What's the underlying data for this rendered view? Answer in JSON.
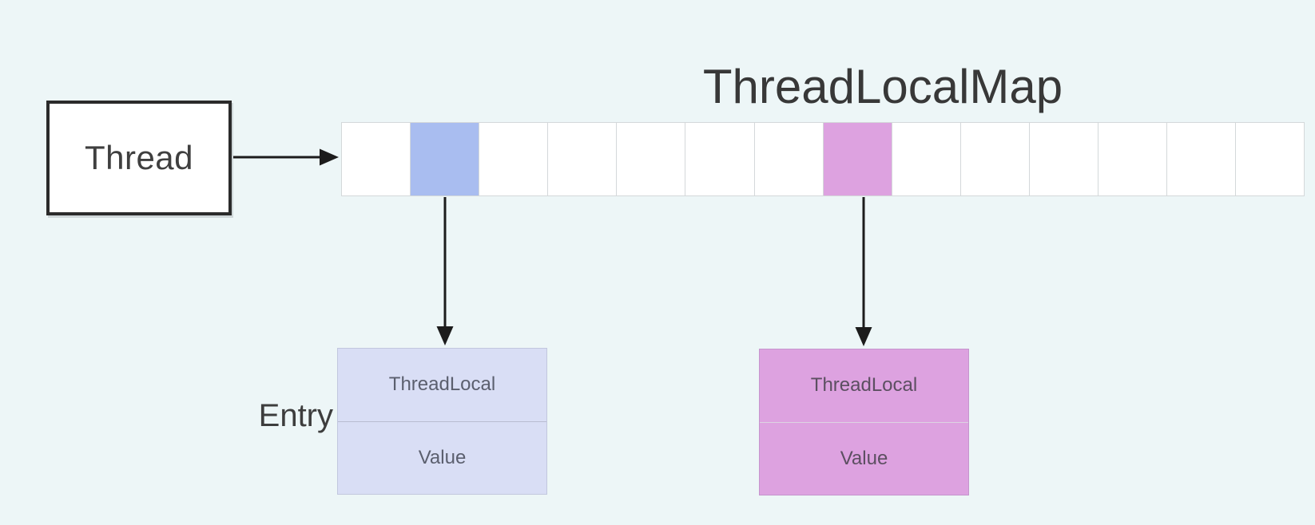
{
  "diagram": {
    "background": "#edf6f7",
    "title": "ThreadLocalMap",
    "thread_box": {
      "label": "Thread"
    },
    "map_array": {
      "cell_count": 14,
      "cell_border_color": "#d4d8da",
      "highlights": [
        {
          "index": 1,
          "color": "#a9bdf0"
        },
        {
          "index": 7,
          "color": "#dda2e0"
        }
      ]
    },
    "entry_label": "Entry",
    "entries": [
      {
        "side": "left",
        "fill": "#d9def5",
        "text_color": "#5b5f6e",
        "divider_color": "#b9bdd1",
        "key_label": "ThreadLocal",
        "value_label": "Value"
      },
      {
        "side": "right",
        "fill": "#dda2e0",
        "text_color": "#5c4f61",
        "divider_color": "#ddd3e2",
        "key_label": "ThreadLocal",
        "value_label": "Value"
      }
    ],
    "arrows": [
      {
        "from": "thread-box",
        "to": "map-array"
      },
      {
        "from": "array-slot-1",
        "to": "entry-box-left"
      },
      {
        "from": "array-slot-7",
        "to": "entry-box-right"
      }
    ],
    "arrow_color": "#1c1c1c"
  }
}
